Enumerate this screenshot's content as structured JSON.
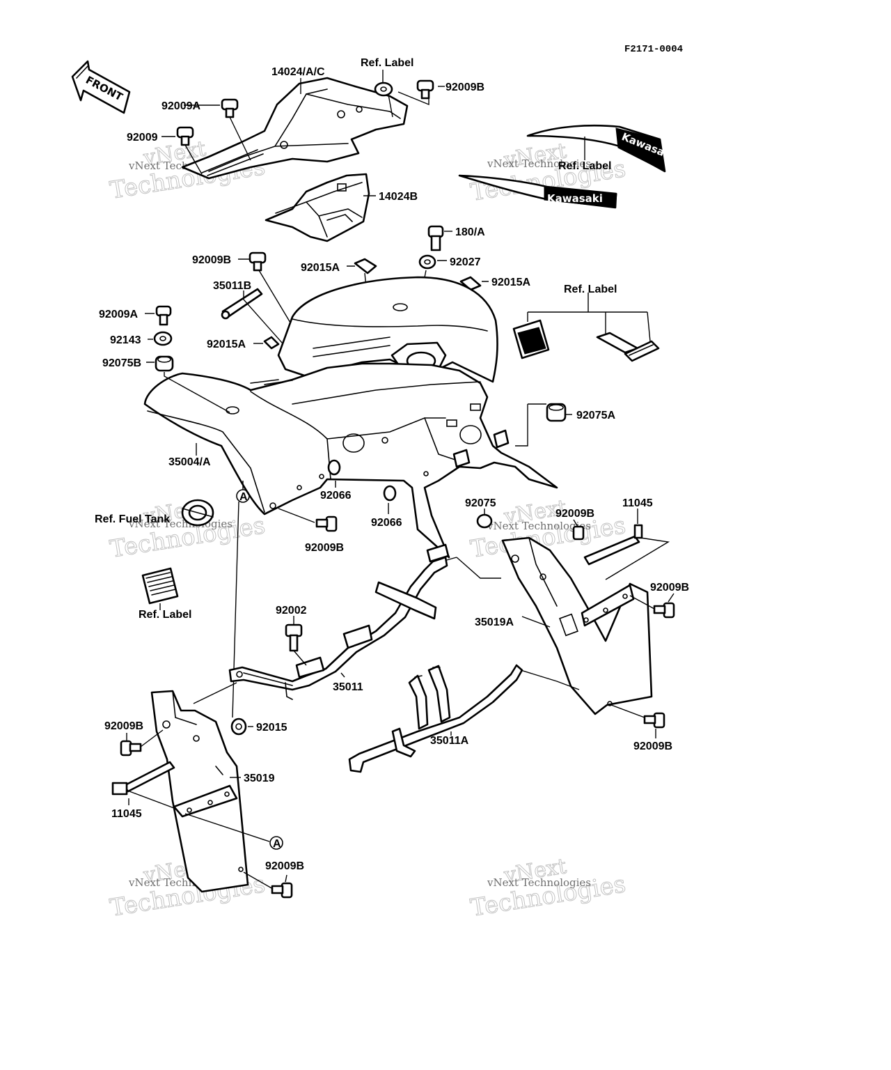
{
  "diagram_code": "F2171-0004",
  "front_label": "FRONT",
  "brand_logo": "Kawasaki",
  "watermarks": [
    {
      "big": "vNext",
      "small": "vNext Technologies",
      "big2": "Technologies"
    }
  ],
  "callouts": [
    {
      "id": "14024_a_c",
      "text": "14024/A/C"
    },
    {
      "id": "ref_label_top",
      "text": "Ref. Label"
    },
    {
      "id": "92009b_top",
      "text": "92009B"
    },
    {
      "id": "92009a_top",
      "text": "92009A"
    },
    {
      "id": "92009",
      "text": "92009"
    },
    {
      "id": "14024b",
      "text": "14024B"
    },
    {
      "id": "ref_label_logo",
      "text": "Ref. Label"
    },
    {
      "id": "180_a",
      "text": "180/A"
    },
    {
      "id": "92027",
      "text": "92027"
    },
    {
      "id": "92009b_tank",
      "text": "92009B"
    },
    {
      "id": "92015a_1",
      "text": "92015A"
    },
    {
      "id": "92015a_2",
      "text": "92015A"
    },
    {
      "id": "35011b",
      "text": "35011B"
    },
    {
      "id": "ref_label_right",
      "text": "Ref. Label"
    },
    {
      "id": "92009a_left",
      "text": "92009A"
    },
    {
      "id": "92143",
      "text": "92143"
    },
    {
      "id": "92015a_3",
      "text": "92015A"
    },
    {
      "id": "92075b",
      "text": "92075B"
    },
    {
      "id": "92075a",
      "text": "92075A"
    },
    {
      "id": "35004_a",
      "text": "35004/A"
    },
    {
      "id": "92066_1",
      "text": "92066"
    },
    {
      "id": "92066_2",
      "text": "92066"
    },
    {
      "id": "ref_fuel_tank",
      "text": "Ref. Fuel Tank"
    },
    {
      "id": "92009b_mid",
      "text": "92009B"
    },
    {
      "id": "92075",
      "text": "92075"
    },
    {
      "id": "92009b_right_top",
      "text": "92009B"
    },
    {
      "id": "11045_right",
      "text": "11045"
    },
    {
      "id": "92009b_right",
      "text": "92009B"
    },
    {
      "id": "ref_label_left",
      "text": "Ref. Label"
    },
    {
      "id": "92002",
      "text": "92002"
    },
    {
      "id": "35019a",
      "text": "35019A"
    },
    {
      "id": "35011",
      "text": "35011"
    },
    {
      "id": "92009b_left_low",
      "text": "92009B"
    },
    {
      "id": "92015",
      "text": "92015"
    },
    {
      "id": "35011a",
      "text": "35011A"
    },
    {
      "id": "92009b_right_low",
      "text": "92009B"
    },
    {
      "id": "35019",
      "text": "35019"
    },
    {
      "id": "11045_left",
      "text": "11045"
    },
    {
      "id": "92009b_bottom",
      "text": "92009B"
    }
  ],
  "markers": [
    {
      "id": "a_upper",
      "text": "A"
    },
    {
      "id": "a_lower",
      "text": "A"
    }
  ]
}
